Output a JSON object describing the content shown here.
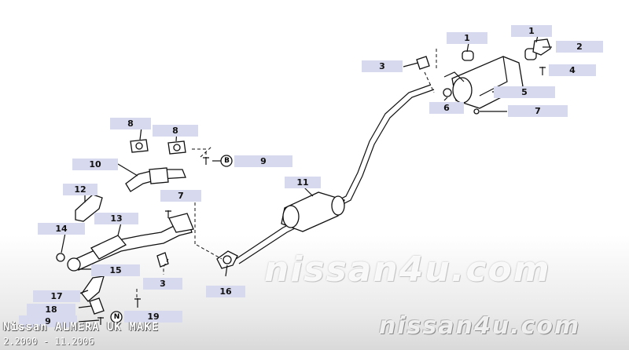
{
  "callouts": [
    "1",
    "1",
    "2",
    "3",
    "4",
    "5",
    "6",
    "7",
    "8",
    "8",
    "9",
    "10",
    "12",
    "7",
    "11",
    "13",
    "14",
    "15",
    "3",
    "16",
    "17",
    "18",
    "9",
    "19"
  ],
  "ref_marks": [
    "B",
    "N"
  ],
  "watermark": "nissan4u.com",
  "model_title": "Nissan ALMERA UK MAKE",
  "production_dates": "2.2000 - 11.2006"
}
